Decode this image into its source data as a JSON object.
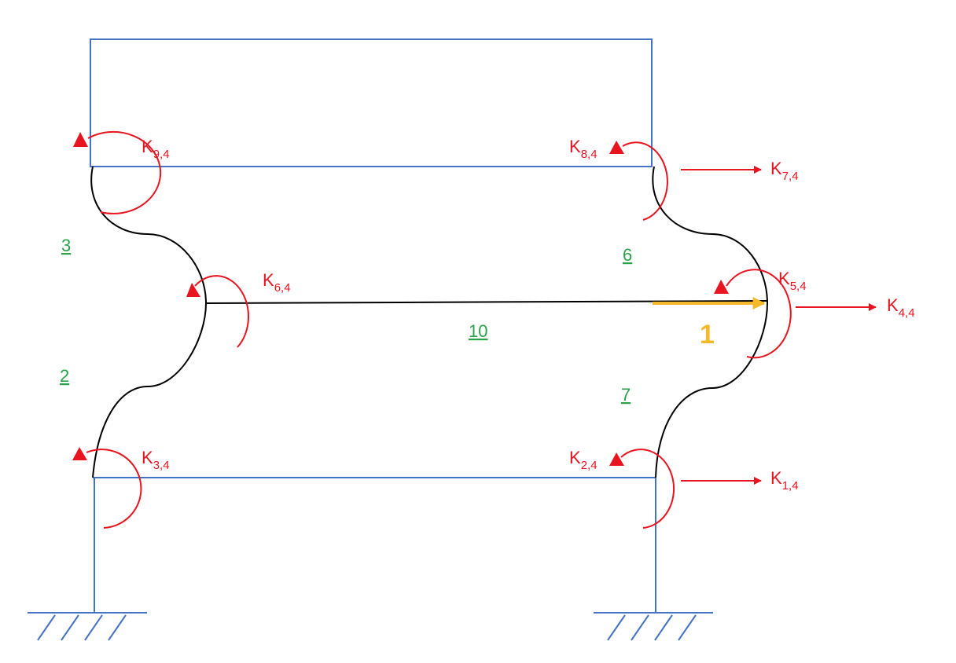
{
  "colors": {
    "frame": "#4472c4",
    "deformed": "#000000",
    "stiffness": "#e8141f",
    "member_label": "#2aa24a",
    "load": "#f5b82a"
  },
  "member_labels": {
    "m3": "3",
    "m2": "2",
    "m6": "6",
    "m7": "7",
    "m10": "10"
  },
  "load": {
    "value": "1"
  },
  "stiffness_terms": [
    {
      "id": "k94",
      "base": "K",
      "sub": "9,4",
      "type": "moment"
    },
    {
      "id": "k84",
      "base": "K",
      "sub": "8,4",
      "type": "moment"
    },
    {
      "id": "k74",
      "base": "K",
      "sub": "7,4",
      "type": "force"
    },
    {
      "id": "k64",
      "base": "K",
      "sub": "6,4",
      "type": "moment"
    },
    {
      "id": "k54",
      "base": "K",
      "sub": "5,4",
      "type": "moment"
    },
    {
      "id": "k44",
      "base": "K",
      "sub": "4,4",
      "type": "force"
    },
    {
      "id": "k34",
      "base": "K",
      "sub": "3,4",
      "type": "moment"
    },
    {
      "id": "k24",
      "base": "K",
      "sub": "2,4",
      "type": "moment"
    },
    {
      "id": "k14",
      "base": "K",
      "sub": "1,4",
      "type": "force"
    }
  ]
}
